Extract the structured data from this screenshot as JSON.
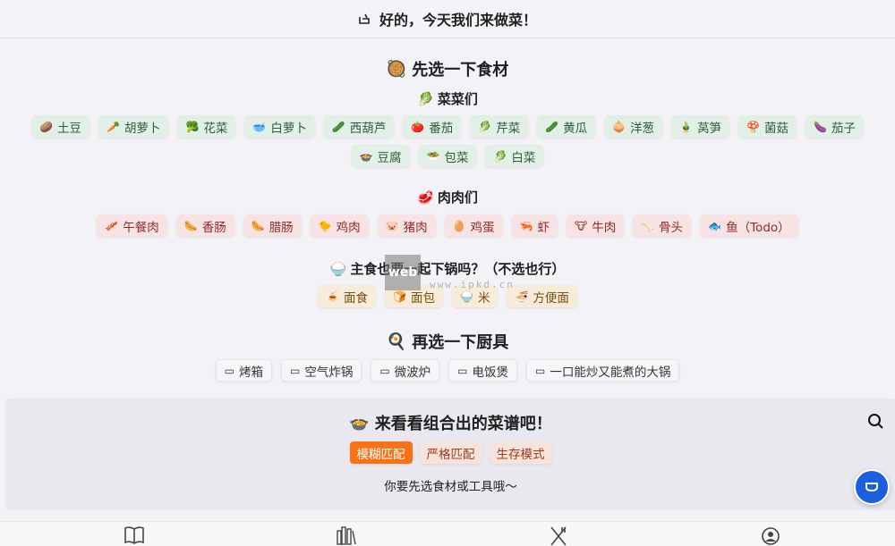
{
  "header": {
    "title": "好的，今天我们来做菜！",
    "icon": "pot-icon"
  },
  "ingredients": {
    "title": "先选一下食材",
    "title_emoji": "🥘",
    "vegetables": {
      "title": "菜菜们",
      "emoji": "🥬",
      "items": [
        {
          "emoji": "🥔",
          "label": "土豆"
        },
        {
          "emoji": "🥕",
          "label": "胡萝卜"
        },
        {
          "emoji": "🥦",
          "label": "花菜"
        },
        {
          "emoji": "🥣",
          "label": "白萝卜"
        },
        {
          "emoji": "🥒",
          "label": "西葫芦"
        },
        {
          "emoji": "🍅",
          "label": "番茄"
        },
        {
          "emoji": "🥬",
          "label": "芹菜"
        },
        {
          "emoji": "🥒",
          "label": "黄瓜"
        },
        {
          "emoji": "🧅",
          "label": "洋葱"
        },
        {
          "emoji": "🎍",
          "label": "莴笋"
        },
        {
          "emoji": "🍄",
          "label": "菌菇"
        },
        {
          "emoji": "🍆",
          "label": "茄子"
        },
        {
          "emoji": "🍲",
          "label": "豆腐"
        },
        {
          "emoji": "🥗",
          "label": "包菜"
        },
        {
          "emoji": "🥬",
          "label": "白菜"
        }
      ]
    },
    "meats": {
      "title": "肉肉们",
      "emoji": "🥩",
      "items": [
        {
          "emoji": "🥓",
          "label": "午餐肉"
        },
        {
          "emoji": "🌭",
          "label": "香肠"
        },
        {
          "emoji": "🌭",
          "label": "腊肠"
        },
        {
          "emoji": "🐤",
          "label": "鸡肉"
        },
        {
          "emoji": "🐷",
          "label": "猪肉"
        },
        {
          "emoji": "🥚",
          "label": "鸡蛋"
        },
        {
          "emoji": "🦐",
          "label": "虾"
        },
        {
          "emoji": "🐮",
          "label": "牛肉"
        },
        {
          "emoji": "🦴",
          "label": "骨头"
        },
        {
          "emoji": "🐟",
          "label": "鱼（Todo）"
        }
      ]
    },
    "staples": {
      "title": "主食也要一起下锅吗？（不选也行）",
      "emoji": "🍚",
      "items": [
        {
          "emoji": "🍝",
          "label": "面食"
        },
        {
          "emoji": "🍞",
          "label": "面包"
        },
        {
          "emoji": "🍚",
          "label": "米"
        },
        {
          "emoji": "🍜",
          "label": "方便面"
        }
      ]
    }
  },
  "tools": {
    "title": "再选一下厨具",
    "title_emoji": "🍳",
    "items": [
      {
        "icon": "oven-icon",
        "label": "烤箱"
      },
      {
        "icon": "air-fryer-icon",
        "label": "空气炸锅"
      },
      {
        "icon": "microwave-icon",
        "label": "微波炉"
      },
      {
        "icon": "rice-cooker-icon",
        "label": "电饭煲"
      },
      {
        "icon": "wok-icon",
        "label": "一口能炒又能煮的大锅"
      }
    ]
  },
  "results": {
    "title": "来看看组合出的菜谱吧！",
    "emoji": "🍲",
    "modes": [
      {
        "label": "模糊匹配",
        "active": true
      },
      {
        "label": "严格匹配",
        "active": false
      },
      {
        "label": "生存模式",
        "active": false
      }
    ],
    "hint": "你要先选食材或工具哦～"
  },
  "watermark": {
    "logo": "web",
    "text": "www.ipkd.cn"
  },
  "colors": {
    "accent": "#f97316",
    "fab": "#1b5fe0",
    "veg_bg": "#e2efe6",
    "meat_bg": "#f7e3e3",
    "staple_bg": "#f6ecd9"
  },
  "bottom_nav": [
    {
      "name": "recipes",
      "icon": "book-icon"
    },
    {
      "name": "library",
      "icon": "books-icon"
    },
    {
      "name": "cook",
      "icon": "utensils-icon"
    },
    {
      "name": "profile",
      "icon": "user-icon"
    }
  ]
}
